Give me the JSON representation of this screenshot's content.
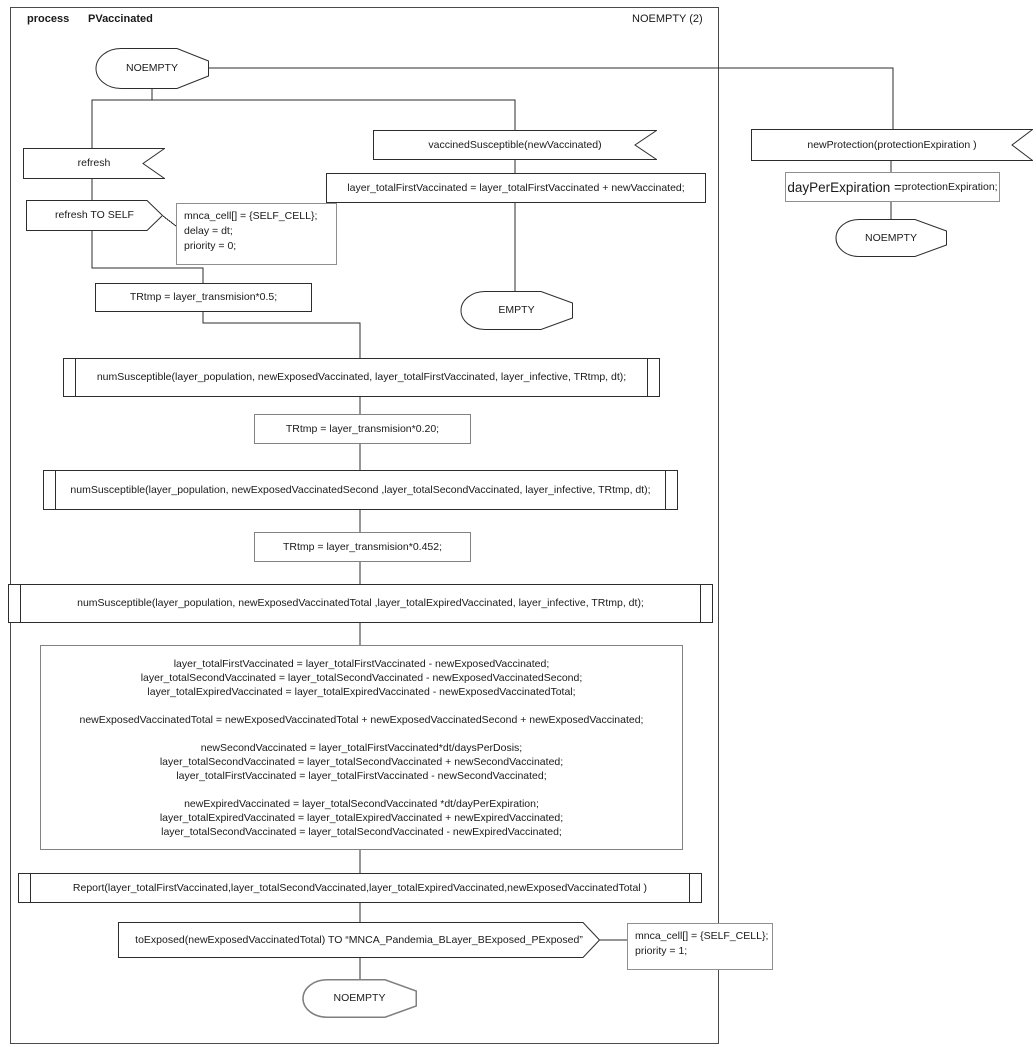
{
  "header": {
    "kind_label": "process",
    "process_name": "PVaccinated",
    "corner_label": "NOEMPTY (2)"
  },
  "nodes": {
    "start_state": "NOEMPTY",
    "refresh_receive": "refresh",
    "refresh_send": "refresh TO SELF",
    "refresh_params": {
      "l1": "mnca_cell[] = {SELF_CELL};",
      "l2": "delay = dt;",
      "l3": "priority = 0;"
    },
    "vaccined_receive": "vaccinedSusceptible(newVaccinated)",
    "first_vacc_assign": "layer_totalFirstVaccinated = layer_totalFirstVaccinated + newVaccinated;",
    "empty_state": "EMPTY",
    "trtmp_05": "TRtmp = layer_transmision*0.5;",
    "num_susceptible_first": "numSusceptible(layer_population, newExposedVaccinated, layer_totalFirstVaccinated, layer_infective, TRtmp, dt);",
    "trtmp_020": "TRtmp = layer_transmision*0.20;",
    "num_susceptible_second": "numSusceptible(layer_population, newExposedVaccinatedSecond ,layer_totalSecondVaccinated, layer_infective, TRtmp, dt);",
    "trtmp_0452": "TRtmp = layer_transmision*0.452;",
    "num_susceptible_total": "numSusceptible(layer_population, newExposedVaccinatedTotal ,layer_totalExpiredVaccinated, layer_infective, TRtmp, dt);",
    "update": {
      "g1": [
        "layer_totalFirstVaccinated = layer_totalFirstVaccinated - newExposedVaccinated;",
        "layer_totalSecondVaccinated = layer_totalSecondVaccinated - newExposedVaccinatedSecond;",
        "layer_totalExpiredVaccinated = layer_totalExpiredVaccinated - newExposedVaccinatedTotal;"
      ],
      "g2": [
        "newExposedVaccinatedTotal = newExposedVaccinatedTotal + newExposedVaccinatedSecond + newExposedVaccinated;"
      ],
      "g3": [
        "newSecondVaccinated = layer_totalFirstVaccinated*dt/daysPerDosis;",
        "layer_totalSecondVaccinated = layer_totalSecondVaccinated + newSecondVaccinated;",
        "layer_totalFirstVaccinated = layer_totalFirstVaccinated - newSecondVaccinated;"
      ],
      "g4": [
        "newExpiredVaccinated = layer_totalSecondVaccinated *dt/dayPerExpiration;",
        "layer_totalExpiredVaccinated = layer_totalExpiredVaccinated + newExpiredVaccinated;",
        "layer_totalSecondVaccinated = layer_totalSecondVaccinated - newExpiredVaccinated;"
      ]
    },
    "report_call": "Report(layer_totalFirstVaccinated,layer_totalSecondVaccinated,layer_totalExpiredVaccinated,newExposedVaccinatedTotal )",
    "to_exposed_send": "toExposed(newExposedVaccinatedTotal) TO “MNCA_Pandemia_BLayer_BExposed_PExposed”",
    "to_exposed_params": {
      "l1": "mnca_cell[] = {SELF_CELL};",
      "l2": "priority = 1;"
    },
    "end_state": "NOEMPTY",
    "protection_receive": "newProtection(protectionExpiration )",
    "day_per_expiration_lhs": "dayPerExpiration = ",
    "day_per_expiration_rhs": "protectionExpiration;",
    "protection_end_state": "NOEMPTY"
  },
  "colors": {
    "stroke_dark": "#2d2d2d",
    "stroke_gray": "#828282",
    "background": "#ffffff"
  }
}
